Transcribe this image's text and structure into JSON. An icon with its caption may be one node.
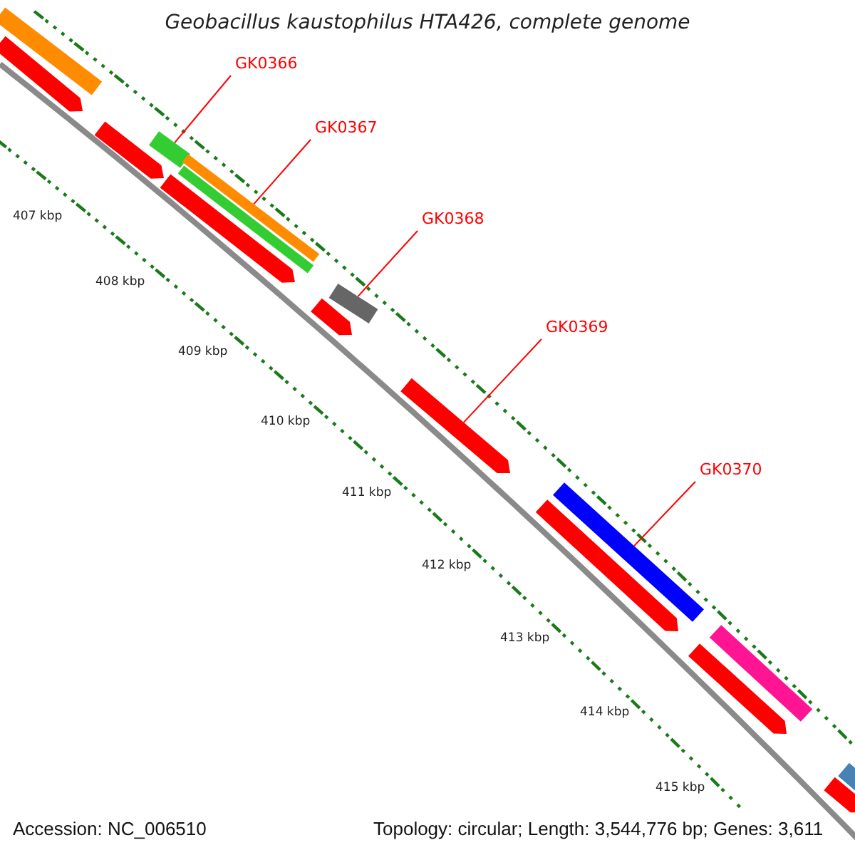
{
  "diagram": {
    "title": "Geobacillus kaustophilus HTA426, complete genome",
    "nodes": [
      {
        "text": [
          "GK0366"
        ]
      },
      {
        "text": [
          "GK0367"
        ]
      },
      {
        "text": [
          "GK0368"
        ]
      },
      {
        "text": [
          "GK0369"
        ]
      },
      {
        "text": [
          "GK0370"
        ]
      },
      {
        "text": [],
        "shape": "bar"
      },
      {
        "text": [],
        "shape": "pentagon"
      },
      {
        "text": [],
        "shape": "pentagon"
      },
      {
        "text": [],
        "shape": "bar"
      },
      {
        "text": [],
        "shape": "bar"
      },
      {
        "text": [],
        "shape": "bar"
      },
      {
        "text": [],
        "shape": "pentagon"
      },
      {
        "text": [],
        "shape": "bar"
      },
      {
        "text": [],
        "shape": "pentagon"
      },
      {
        "text": [],
        "shape": "pentagon"
      },
      {
        "text": [],
        "shape": "bar"
      },
      {
        "text": [],
        "shape": "pentagon"
      },
      {
        "text": [],
        "shape": "bar"
      },
      {
        "text": [],
        "shape": "pentagon"
      },
      {
        "text": [],
        "shape": "bar"
      },
      {
        "text": [],
        "shape": "pentagon"
      }
    ],
    "edges": [
      {
        "from": 0,
        "to": 8,
        "arrow": "none"
      },
      {
        "from": 1,
        "to": 9,
        "arrow": "none"
      },
      {
        "from": 2,
        "to": 12,
        "arrow": "none"
      },
      {
        "from": 3,
        "to": 14,
        "arrow": "none"
      },
      {
        "from": 4,
        "to": 15,
        "arrow": "none"
      }
    ],
    "labels": [
      "407 kbp",
      "408 kbp",
      "409 kbp",
      "410 kbp",
      "411 kbp",
      "412 kbp",
      "413 kbp",
      "414 kbp",
      "415 kbp",
      "Accession: NC_006510",
      "Topology: circular; Length: 3,544,776 bp; Genes: 3,611"
    ]
  }
}
